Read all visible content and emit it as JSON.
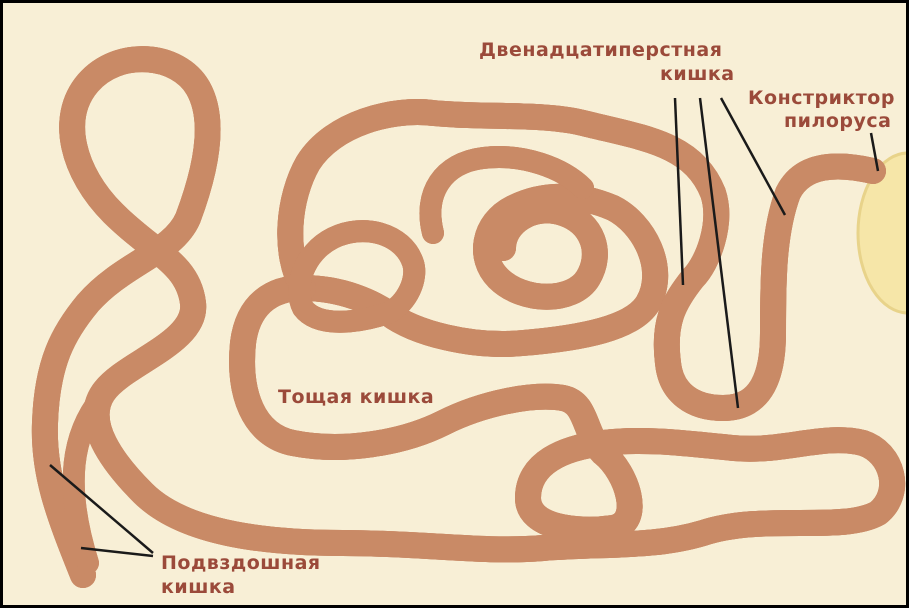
{
  "diagram": {
    "labels": {
      "duodenum_line1": "Двенадцатиперстная",
      "duodenum_line2": "кишка",
      "pylorus_line1": "Констриктор",
      "pylorus_line2": "пилоруса",
      "jejunum": "Тощая кишка",
      "ileum_line1": "Подвздошная",
      "ileum_line2": "кишка"
    },
    "colors": {
      "background": "#f8efd6",
      "intestine_fill": "#f2b68e",
      "intestine_edge": "#c98a66",
      "intestine_highlight": "#f9d6b8",
      "stomach": "#f6e6a8",
      "label_text": "#9b4a3a",
      "leader_line": "#1a1a1a",
      "frame": "#000000"
    }
  }
}
